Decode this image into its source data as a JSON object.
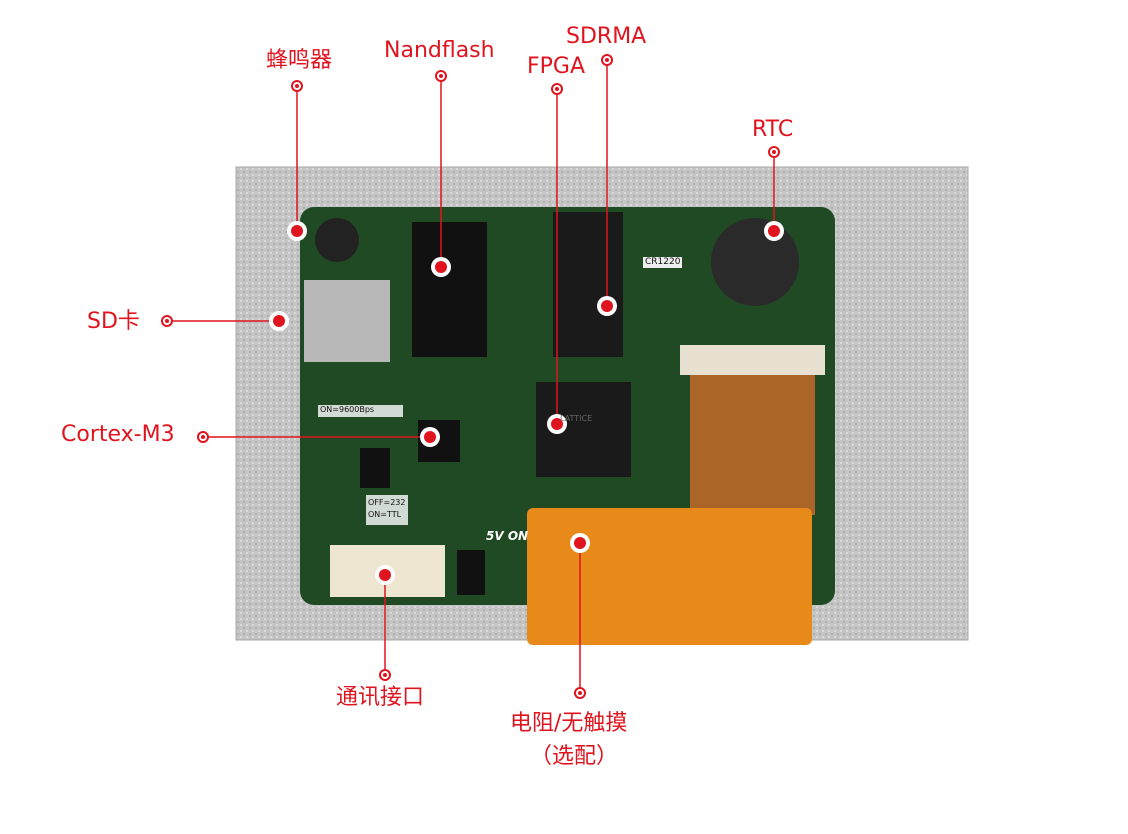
{
  "labels": {
    "buzzer": "蜂鸣器",
    "nandflash": "Nandflash",
    "sdram": "SDRMA",
    "fpga": "FPGA",
    "rtc": "RTC",
    "sd_card": "SD卡",
    "cortex": "Cortex-M3",
    "comm_port": "通讯接口",
    "touch_line1": "电阻/无触摸",
    "touch_line2": "（选配）"
  },
  "board_text": {
    "battery": "CR1220",
    "baud": "ON=9600Bps",
    "uart": "OFF=232",
    "uart2": "ON=TTL",
    "power": "5V ON",
    "fpga_chip": "LATTICE"
  },
  "colors": {
    "accent": "#e0141e",
    "pcb": "#1f4a23",
    "plate": "#c9c9c9",
    "flex": "#e88a1a"
  }
}
